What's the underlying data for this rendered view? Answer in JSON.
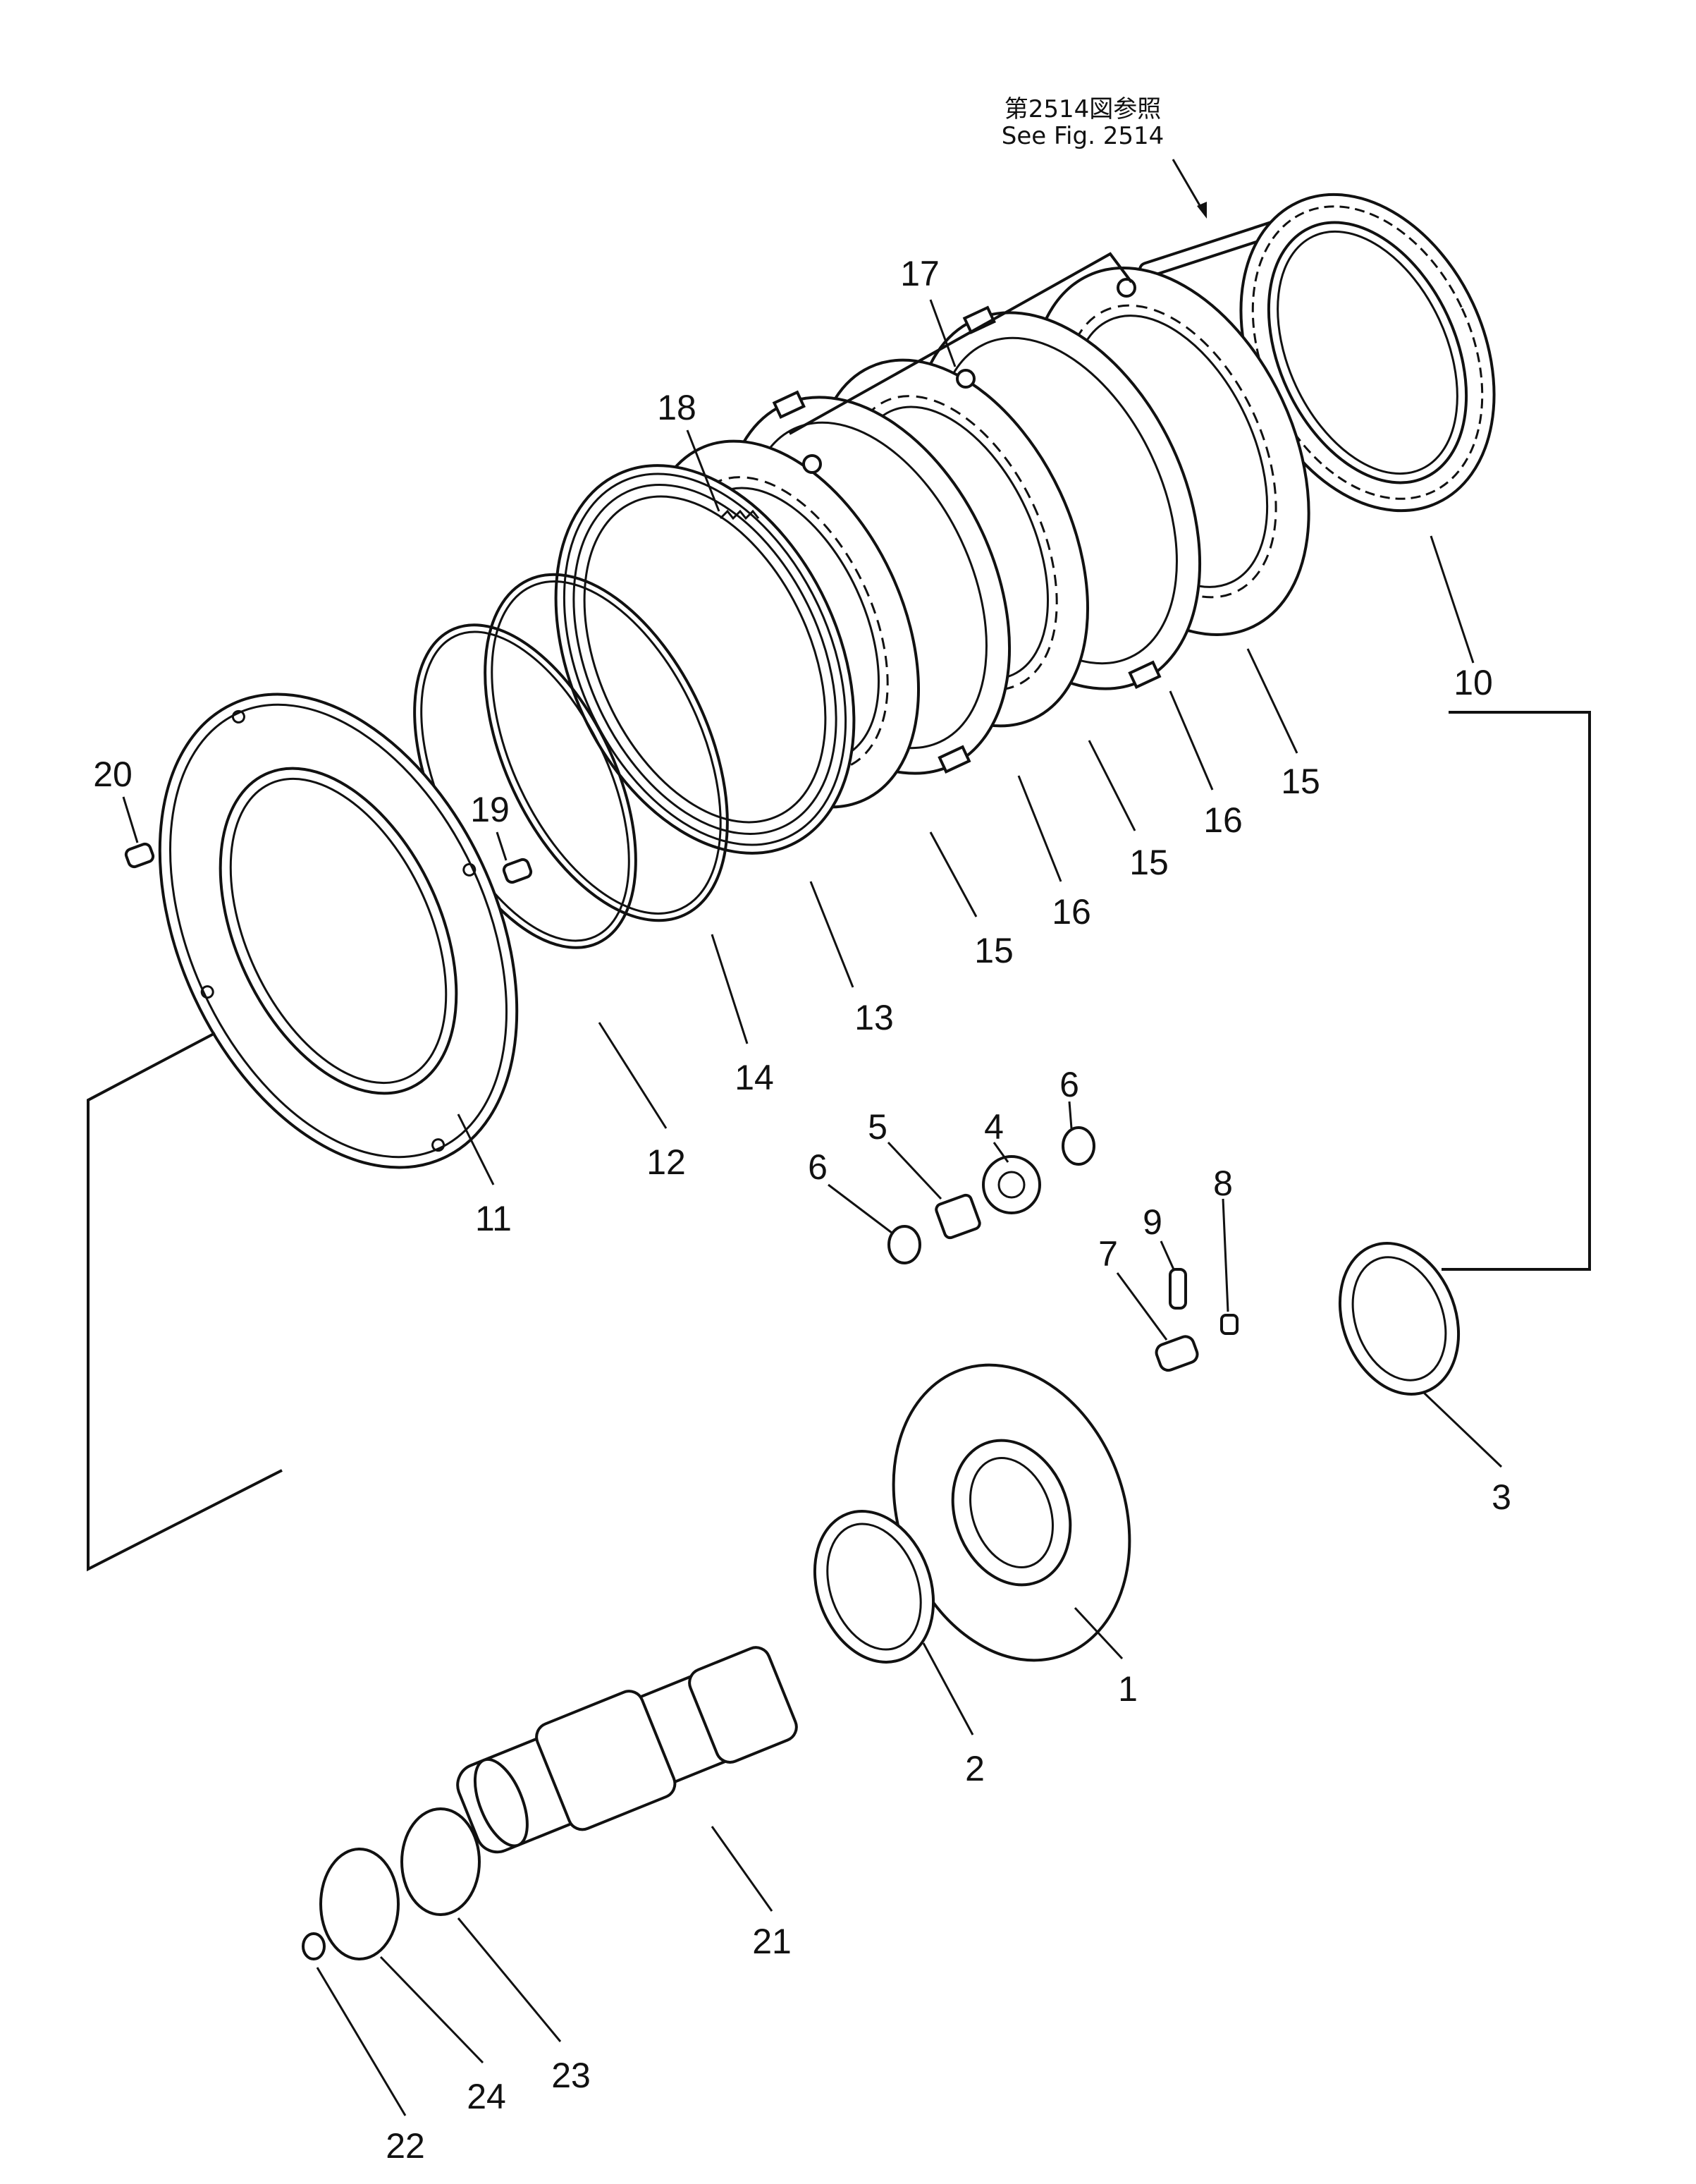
{
  "reference": {
    "jp": "第2514図参照",
    "en": "See Fig. 2514"
  },
  "callouts": [
    "1",
    "2",
    "3",
    "4",
    "5",
    "6",
    "6",
    "7",
    "8",
    "9",
    "10",
    "11",
    "12",
    "13",
    "14",
    "15",
    "15",
    "15",
    "15",
    "16",
    "16",
    "17",
    "18",
    "19",
    "20",
    "21",
    "22",
    "23",
    "24"
  ]
}
